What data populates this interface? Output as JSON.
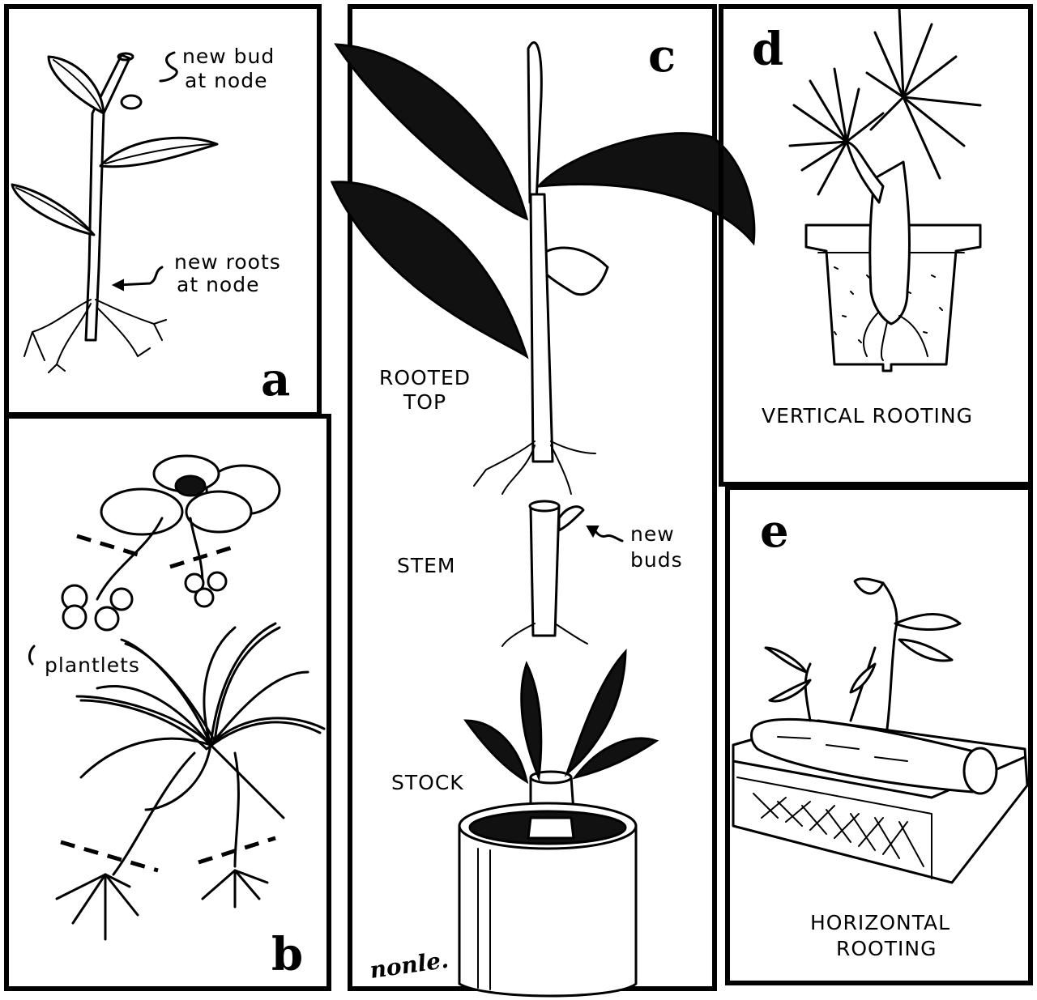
{
  "panels": {
    "a": {
      "letter": "a",
      "label_bud_line1": "new bud",
      "label_bud_line2": "at node",
      "label_roots_line1": "new roots",
      "label_roots_line2": "at node"
    },
    "b": {
      "letter": "b",
      "label_plantlets": "plantlets"
    },
    "c": {
      "letter": "c",
      "label_top_line1": "ROOTED",
      "label_top_line2": "TOP",
      "label_stem": "STEM",
      "label_buds_line1": "new",
      "label_buds_line2": "buds",
      "label_stock": "STOCK",
      "signature": "nonle."
    },
    "d": {
      "letter": "d",
      "caption": "VERTICAL ROOTING"
    },
    "e": {
      "letter": "e",
      "caption_line1": "HORIZONTAL",
      "caption_line2": "ROOTING"
    }
  },
  "icons": [
    "plant-cutting-icon",
    "strawberry-runner-icon",
    "spider-plant-icon",
    "dieffenbachia-icon",
    "pot-icon",
    "tray-icon"
  ]
}
